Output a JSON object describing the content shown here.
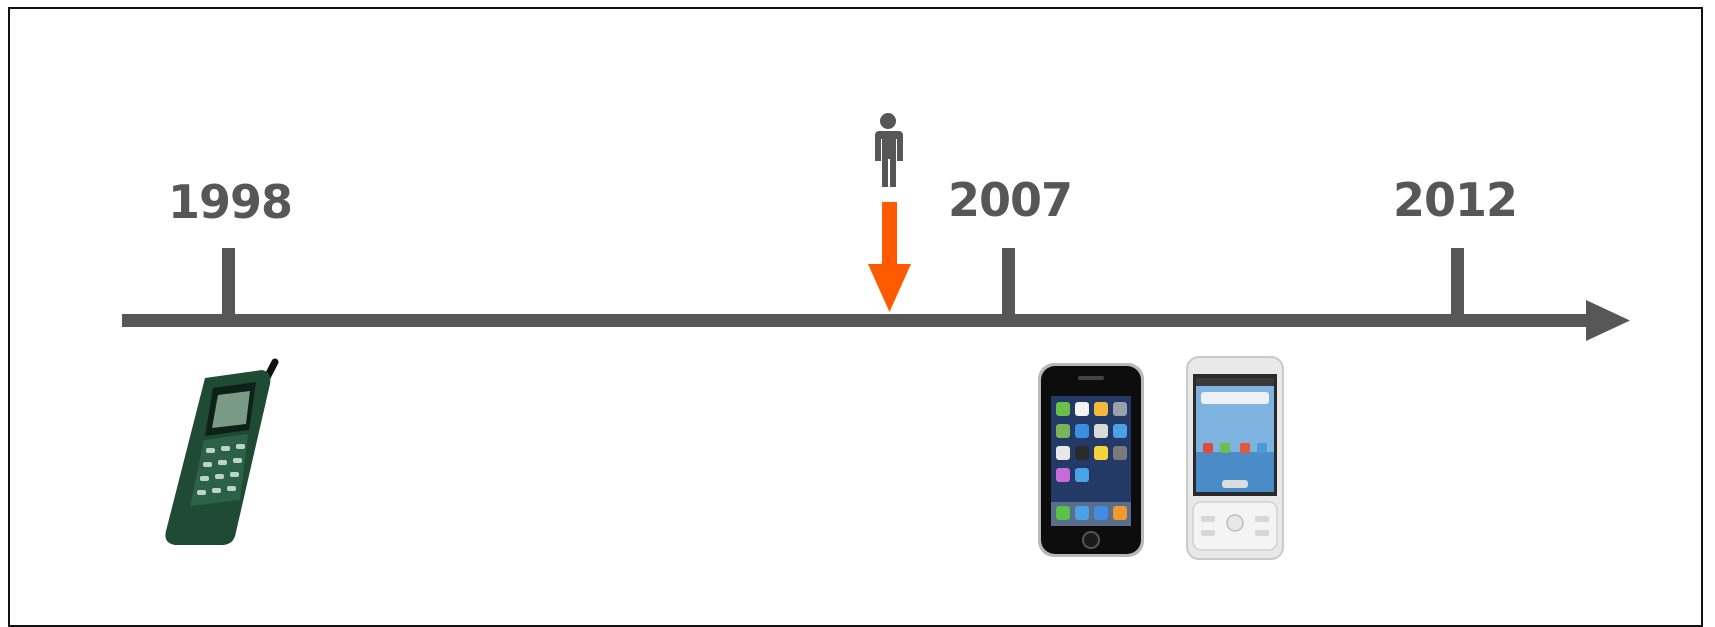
{
  "timeline": {
    "years": [
      "1998",
      "2007",
      "2012"
    ],
    "colors": {
      "axis": "#575757",
      "marker": "#ff5a00",
      "person": "#575757"
    },
    "icons": {
      "person": "person-icon",
      "marker": "down-arrow-marker",
      "phone_1998": "nokia-phone-icon",
      "phone_iphone": "iphone-icon",
      "phone_android": "android-phone-icon"
    }
  }
}
